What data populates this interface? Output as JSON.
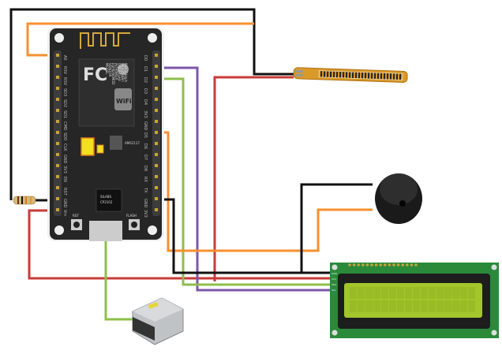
{
  "board": {
    "left_pins": [
      "A0",
      "RSV",
      "RSV",
      "SD3",
      "SD2",
      "SD1",
      "CMD",
      "SD0",
      "CLK",
      "GND",
      "3V3",
      "EN",
      "RST",
      "GND",
      "Vin"
    ],
    "right_pins": [
      "D0",
      "D1",
      "D2",
      "D3",
      "D4",
      "3V3",
      "GND",
      "D5",
      "D6",
      "D7",
      "D8",
      "RX",
      "TX",
      "GND",
      "3V3"
    ],
    "module_text": [
      "MODEL",
      "VENDOR",
      "ESP8266MOD",
      "AITHINKER",
      "ISM 2.4GHz",
      "PA +25dBm",
      "802.11b/g/n"
    ],
    "fc_logo": "FC",
    "wifi_logo": "WiFi",
    "regulator": "AMS1117",
    "usb_chip": [
      "SILABS",
      "CP2102"
    ],
    "rst_label": "RST",
    "flash_label": "FLASH"
  },
  "lcd": {
    "pins": [
      "GND",
      "VCC",
      "SDA",
      "SCL"
    ]
  },
  "colors": {
    "black": "#111111",
    "orange": "#f7902f",
    "red": "#c83a3a",
    "purple": "#7d56a8",
    "green": "#8cbf4a",
    "board": "#262626",
    "lcd_pcb": "#2a8a3a",
    "lcd_screen": "#a3c62c"
  }
}
